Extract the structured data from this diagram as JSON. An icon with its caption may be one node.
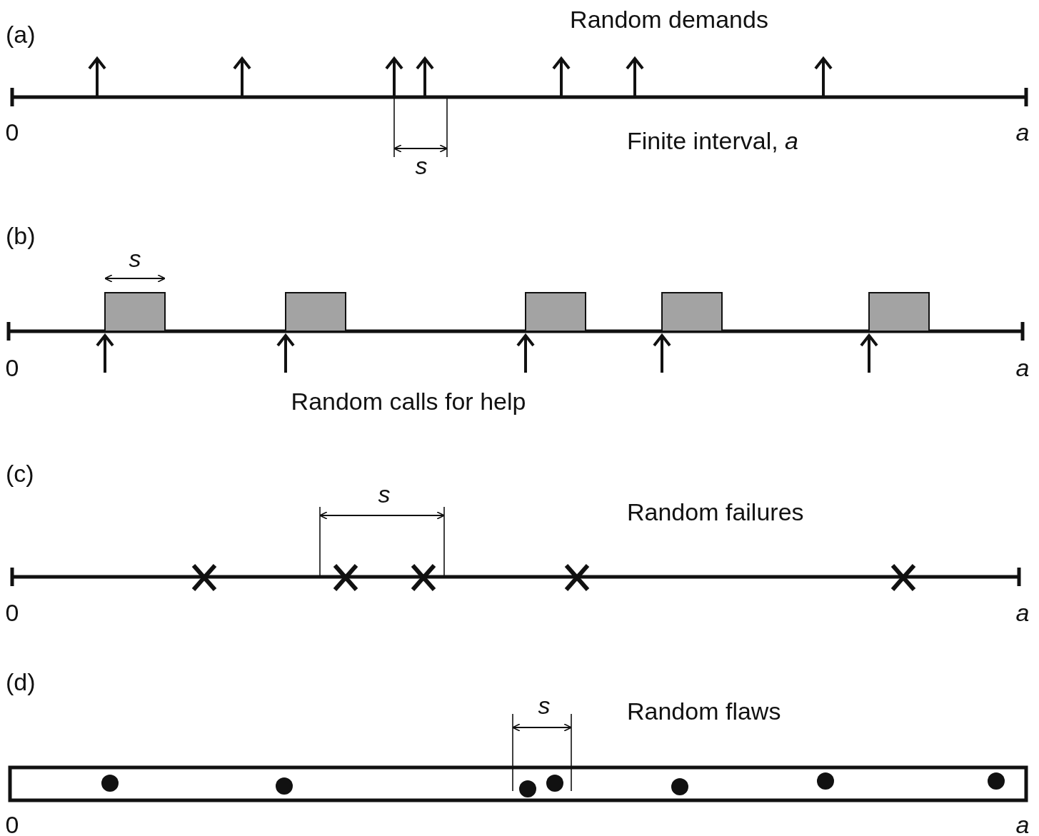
{
  "diagram": {
    "labels": [
      "(a)",
      "Random demands",
      "0",
      "a",
      "Finite interval, *a*",
      "s",
      "(b)",
      "s",
      "0",
      "a",
      "Random calls for help",
      "(c)",
      "s",
      "Random failures",
      "0",
      "a",
      "(d)",
      "s",
      "Random flaws",
      "0",
      "a"
    ]
  }
}
